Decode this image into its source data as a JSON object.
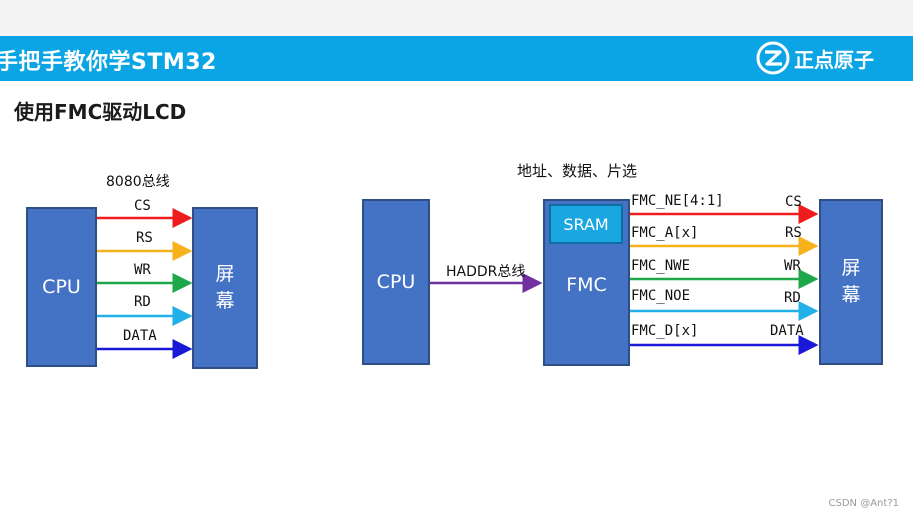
{
  "header": {
    "title": "手把手教你学STM32",
    "logo_text": "正点原子"
  },
  "slide": {
    "subtitle": "使用FMC驱动LCD"
  },
  "left_diagram": {
    "bus_label": "8080总线",
    "cpu": "CPU",
    "screen": "屏\n幕",
    "signals": [
      "CS",
      "RS",
      "WR",
      "RD",
      "DATA"
    ]
  },
  "right_diagram": {
    "top_label": "地址、数据、片选",
    "cpu": "CPU",
    "bus_label": "HADDR总线",
    "fmc": "FMC",
    "sram": "SRAM",
    "screen": "屏\n幕",
    "fmc_pins": [
      "FMC_NE[4:1]",
      "FMC_A[x]",
      "FMC_NWE",
      "FMC_NOE",
      "FMC_D[x]"
    ],
    "signals": [
      "CS",
      "RS",
      "WR",
      "RD",
      "DATA"
    ]
  },
  "colors": {
    "banner": "#0ba4e4",
    "box": "#4472c4",
    "cs": "#ee1c1c",
    "rs": "#f6b21b",
    "wr": "#1fa84a",
    "rd": "#22b0e8",
    "data": "#1a1ad6",
    "haddr": "#7030a0"
  },
  "footer": {
    "watermark": "CSDN @Ant?1"
  }
}
